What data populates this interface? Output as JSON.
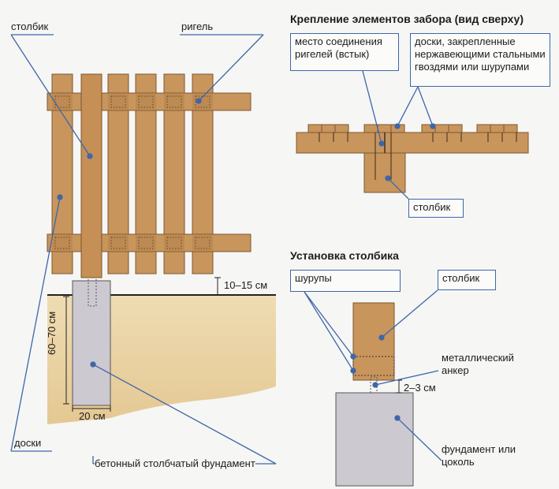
{
  "left": {
    "label_post": "столбик",
    "label_rail": "ригель",
    "label_boards": "доски",
    "label_gap": "10–15 см",
    "label_depth": "60–70 см",
    "label_width": "20 см",
    "label_foundation": "бетонный столбчатый фундамент"
  },
  "top_right": {
    "title": "Крепление элементов забора (вид сверху)",
    "box_joint": "место соединения ригелей (встык)",
    "box_boards": "доски, закрепленные нержавеющими стальными гвоздями или шурупами",
    "box_post": "столбик"
  },
  "bottom_right": {
    "title": "Установка столбика",
    "box_screws": "шурупы",
    "box_post": "столбик",
    "label_anchor": "металлический анкер",
    "label_gap": "2–3 см",
    "label_foundation": "фундамент или цоколь"
  },
  "colors": {
    "wood": "#c8955c",
    "wood_edge": "#7e5630",
    "soil": "#e9d3a4",
    "concrete": "#cdc9d0",
    "leader": "#3f66a8"
  }
}
